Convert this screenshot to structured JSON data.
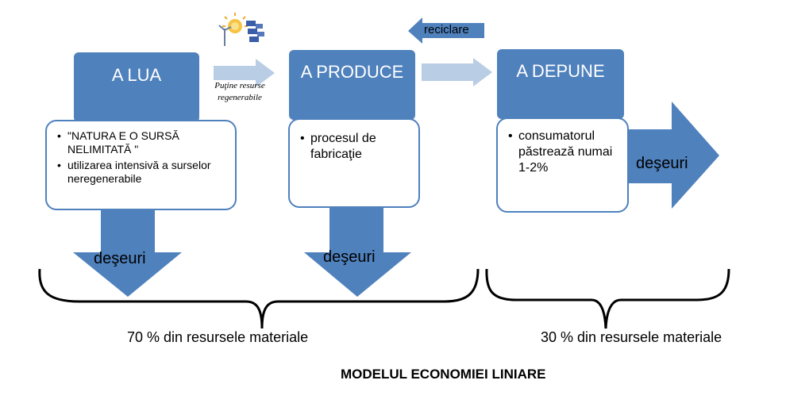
{
  "diagram": {
    "title": "MODELUL ECONOMIEI LINIARE",
    "stages": [
      {
        "title": "A LUA",
        "items": [
          "\"NATURA E O SURSĂ NELIMITATĂ \"",
          "utilizarea intensivă a surselor neregenerabile"
        ]
      },
      {
        "title": "A PRODUCE",
        "items": [
          "procesul de fabricaţie"
        ]
      },
      {
        "title": "A DEPUNE",
        "items": [
          "consumatorul păstrează numai 1-2%"
        ]
      }
    ],
    "connector_label": "Puţine resurse regenerabile",
    "recycle_label": "reciclare",
    "waste_label": "deşeuri",
    "groups": [
      "70 % din resursele  materiale",
      "30 % din resursele  materiale"
    ],
    "colors": {
      "primary": "#4f81bd",
      "light_arrow": "#b9cde5"
    },
    "icon": "renewable-energy-icon"
  }
}
